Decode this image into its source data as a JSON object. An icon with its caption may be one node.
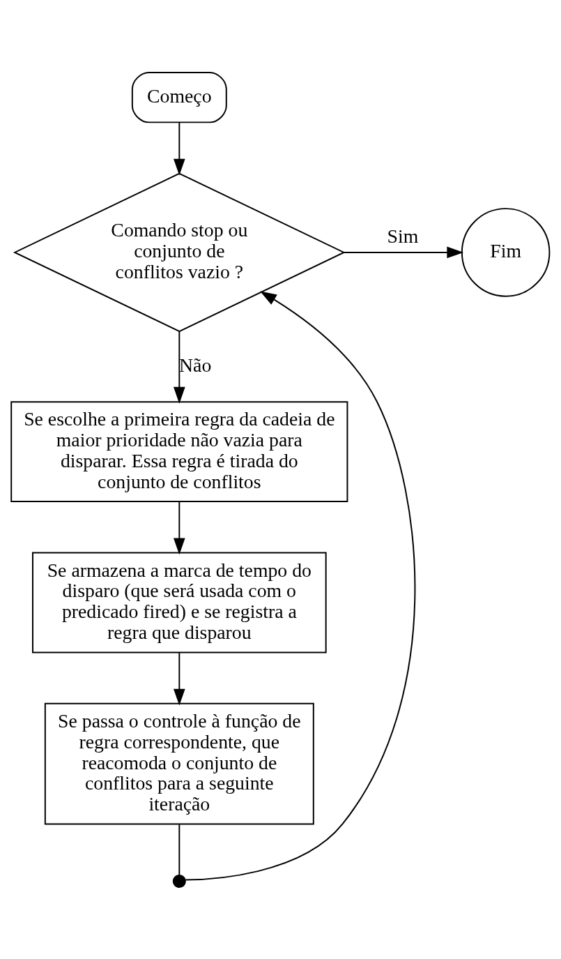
{
  "diagram": {
    "nodes": [
      {
        "text": [
          "Começo"
        ]
      },
      {
        "text": [
          "Comando stop ou conjunto de conflitos vazio ?"
        ]
      },
      {
        "text": [
          "Fim"
        ]
      },
      {
        "text": [
          "Se escolhe a primeira regra da cadeia de maior prioridade não vazia para disparar. Essa regra é tirada do conjunto de conflitos"
        ]
      },
      {
        "text": [
          "Se armazena a marca de tempo do disparo (que será usada com o predicado fired) e se registra a regra que disparou"
        ]
      },
      {
        "text": [
          "Se passa o controle à função de regra correspondente, que reacomoda o conjunto de conflitos para a seguinte iteração"
        ]
      },
      {
        "text": [],
        "shape": "dot"
      }
    ],
    "edges": [
      {
        "from": 0,
        "to": 1,
        "arrow": "to"
      },
      {
        "from": 1,
        "to": 2,
        "arrow": "to",
        "label": "Sim"
      },
      {
        "from": 1,
        "to": 3,
        "arrow": "to",
        "label": "Não"
      },
      {
        "from": 3,
        "to": 4,
        "arrow": "to"
      },
      {
        "from": 4,
        "to": 5,
        "arrow": "to"
      },
      {
        "from": 5,
        "to": 6,
        "arrow": "none"
      },
      {
        "from": 6,
        "to": 1,
        "arrow": "to"
      }
    ]
  }
}
